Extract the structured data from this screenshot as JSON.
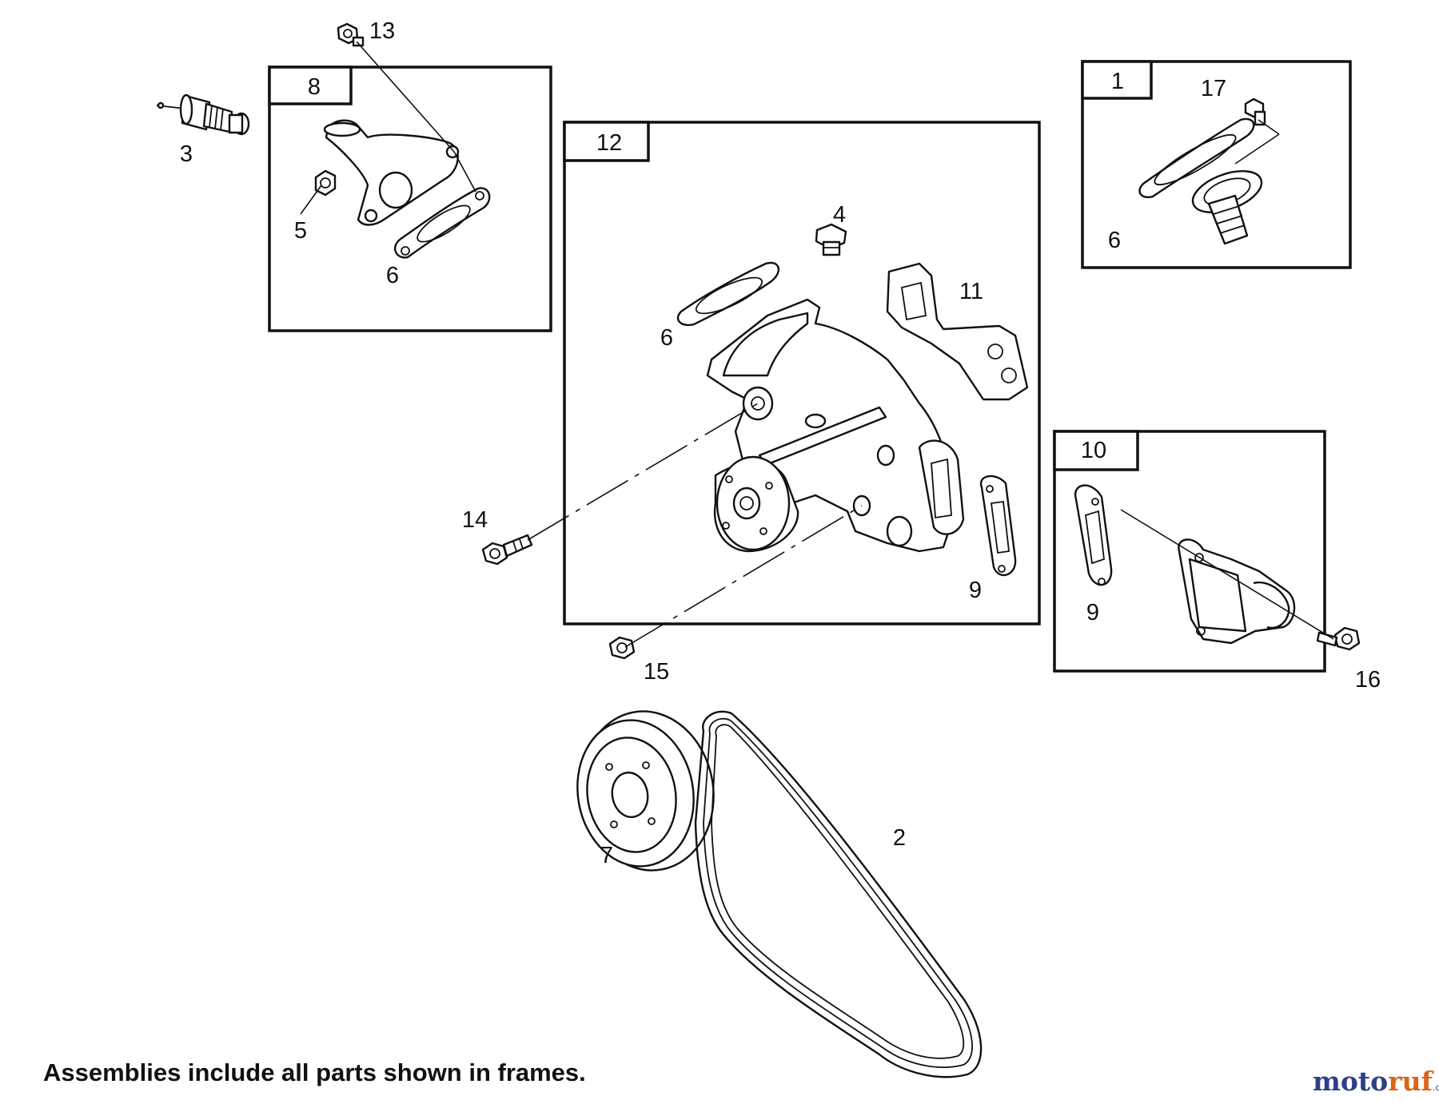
{
  "frames": {
    "f8": "8",
    "f12": "12",
    "f1": "1",
    "f10": "10"
  },
  "callouts": {
    "c13": "13",
    "c3": "3",
    "c5": "5",
    "c6a": "6",
    "c4": "4",
    "c11": "11",
    "c6b": "6",
    "c14": "14",
    "c9a": "9",
    "c15": "15",
    "c17": "17",
    "c6c": "6",
    "c9b": "9",
    "c16": "16",
    "c2": "2",
    "c7": "7"
  },
  "footnote": "Assemblies include all parts shown in frames.",
  "watermark": {
    "part1": "moto",
    "part2": "ruf",
    "suffix": ".de"
  },
  "colors": {
    "line": "#111111",
    "background": "#ffffff",
    "watermark_blue": "#2d3f8a",
    "watermark_orange": "#d8641a"
  }
}
